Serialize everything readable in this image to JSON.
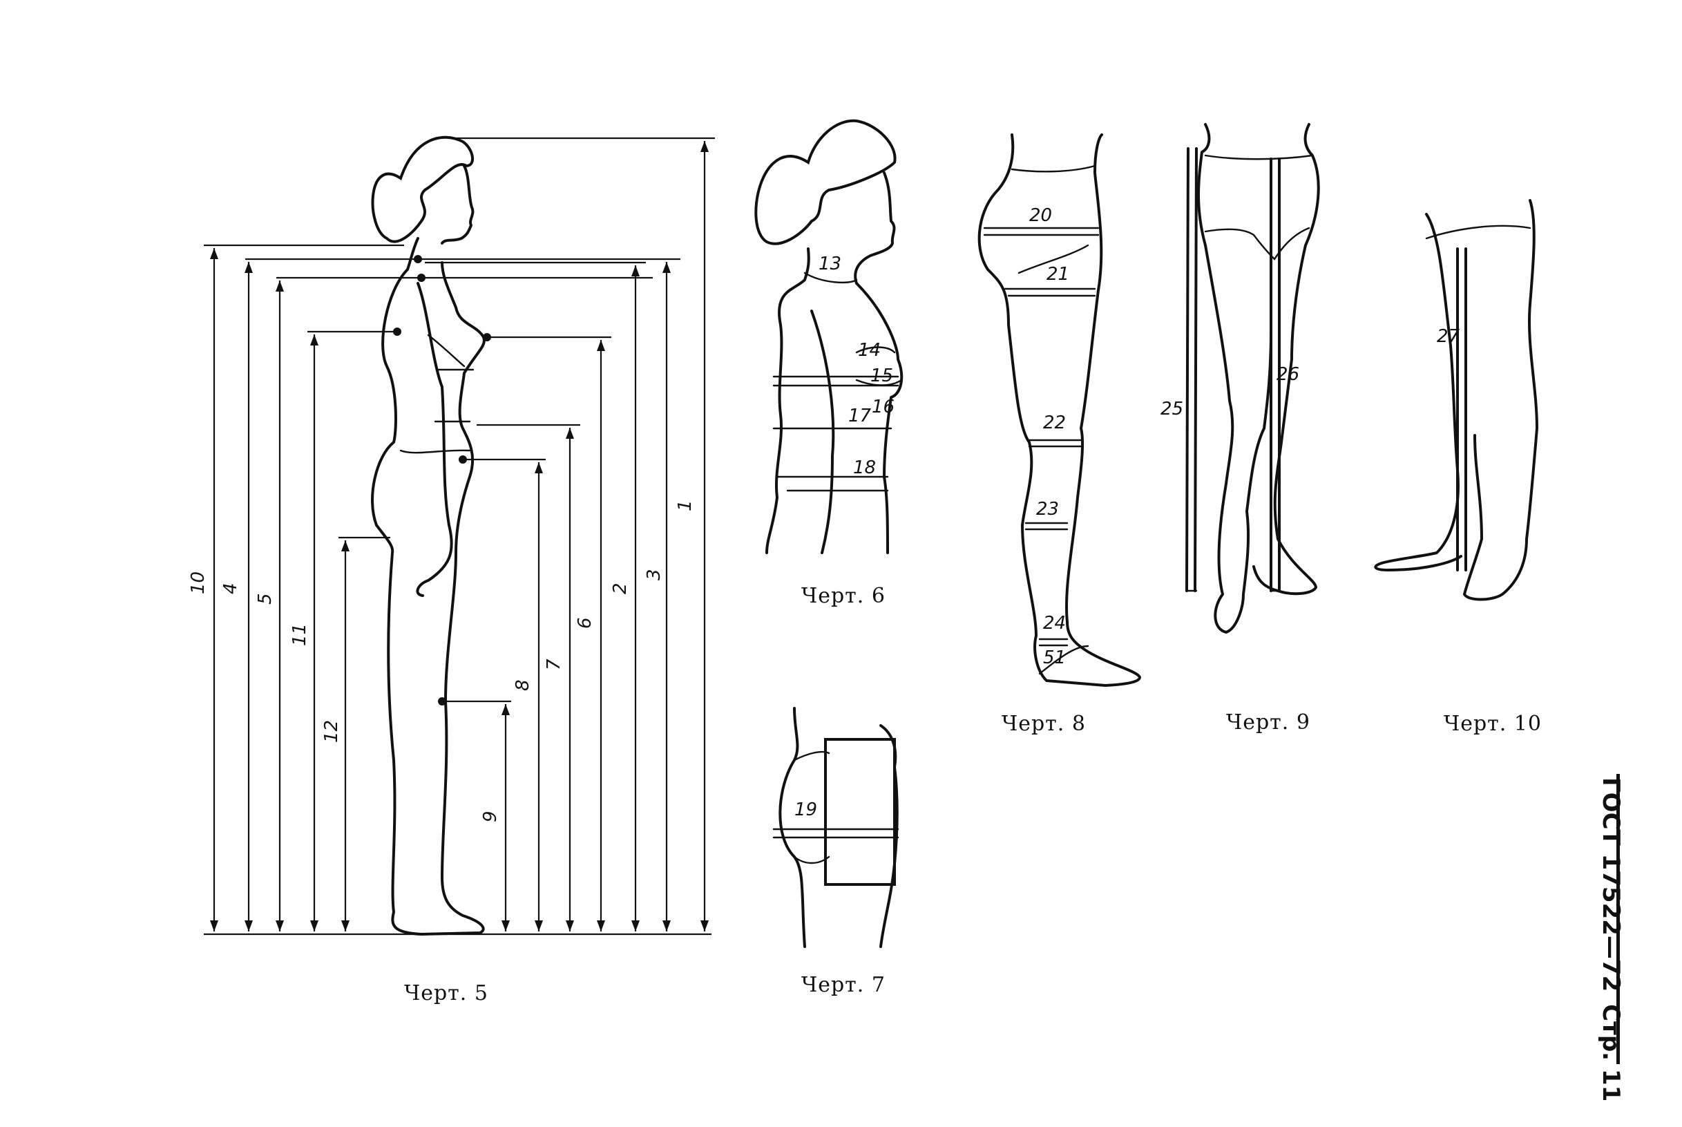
{
  "page": {
    "standard": "ГОСТ 17522—72",
    "page_label": "Стр. 11"
  },
  "figures": [
    {
      "caption": "Черт. 5",
      "labels": [
        "1",
        "2",
        "3",
        "4",
        "5",
        "6",
        "7",
        "8",
        "9",
        "10",
        "11",
        "12"
      ]
    },
    {
      "caption": "Черт. 6",
      "labels": [
        "13",
        "14",
        "15",
        "16",
        "17",
        "18"
      ]
    },
    {
      "caption": "Черт. 7",
      "labels": [
        "19"
      ]
    },
    {
      "caption": "Черт. 8",
      "labels": [
        "20",
        "21",
        "22",
        "23",
        "24",
        "51"
      ]
    },
    {
      "caption": "Черт. 9",
      "labels": [
        "25",
        "26"
      ]
    },
    {
      "caption": "Черт. 10",
      "labels": [
        "27"
      ]
    }
  ]
}
